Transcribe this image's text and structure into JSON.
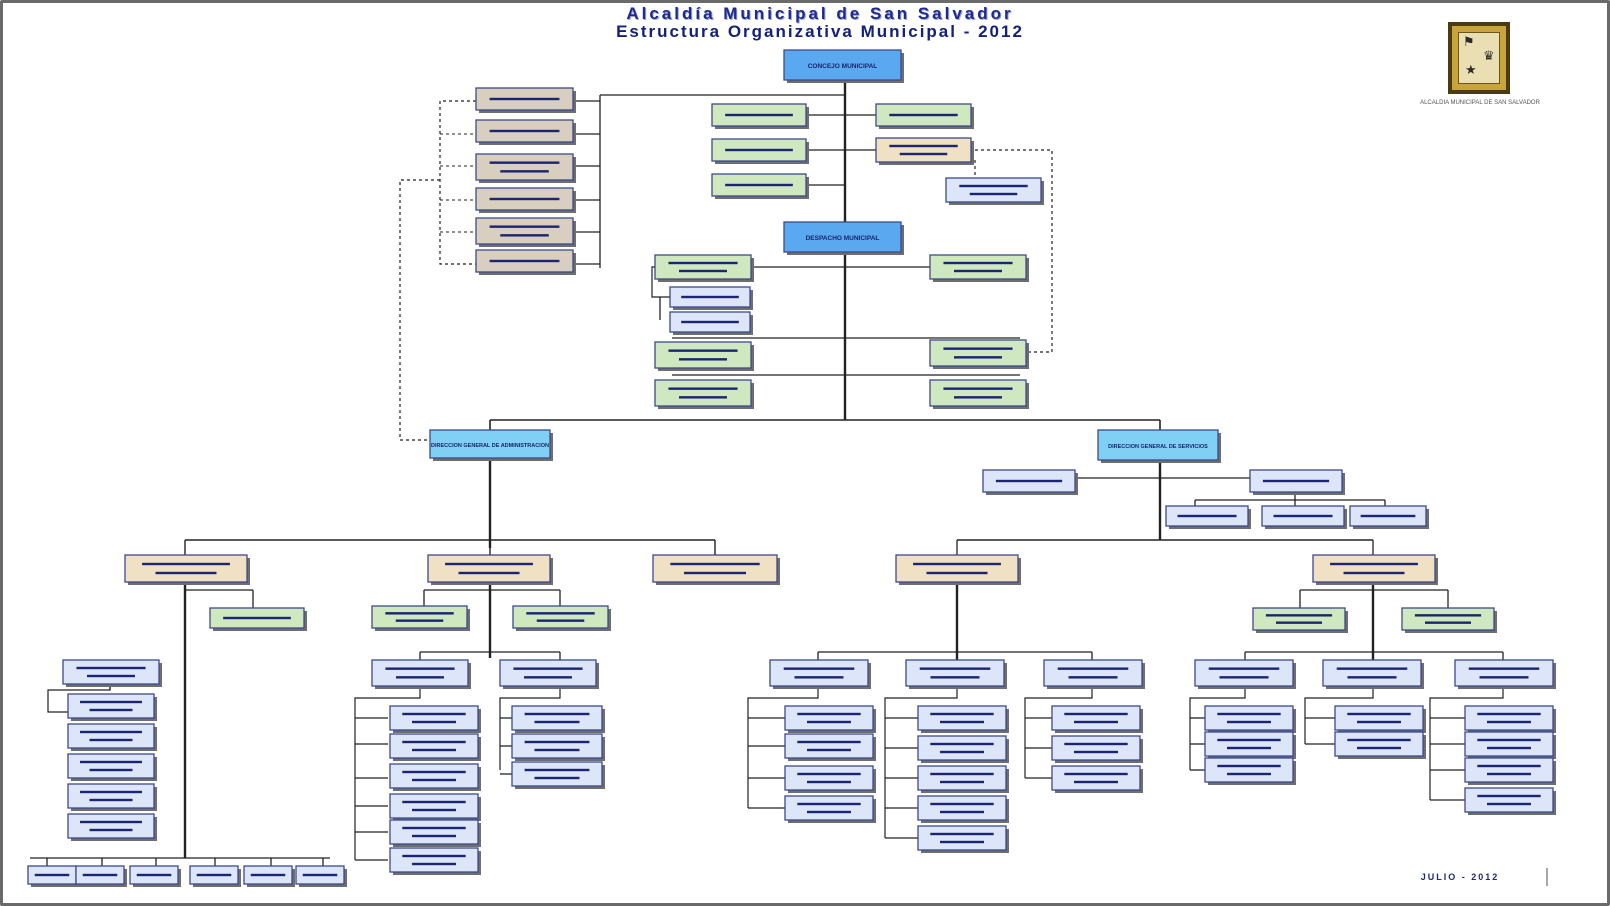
{
  "header": {
    "title_line1": "Alcaldía Municipal de San Salvador",
    "title_line2": "Estructura Organizativa Municipal - 2012"
  },
  "logo": {
    "icon": "municipal-crest-icon",
    "caption": "ALCALDIA MUNICIPAL DE SAN SALVADOR"
  },
  "footer": {
    "date": "JULIO - 2012"
  },
  "colors": {
    "top": "#5aa8f0",
    "direction": "#7fd0f4",
    "staff": "#d8cfc0",
    "advisory": "#cfe8bf",
    "tan": "#f0e0c4",
    "unit": "#dde6f8",
    "border": "#3c4a8c",
    "line": "#222222"
  },
  "diagram": {
    "top_box": "CONCEJO MUNICIPAL",
    "mayor_box": "DESPACHO MUNICIPAL",
    "direction_left": "DIRECCION GENERAL DE ADMINISTRACION",
    "direction_right": "DIRECCION GENERAL DE SERVICIOS"
  }
}
